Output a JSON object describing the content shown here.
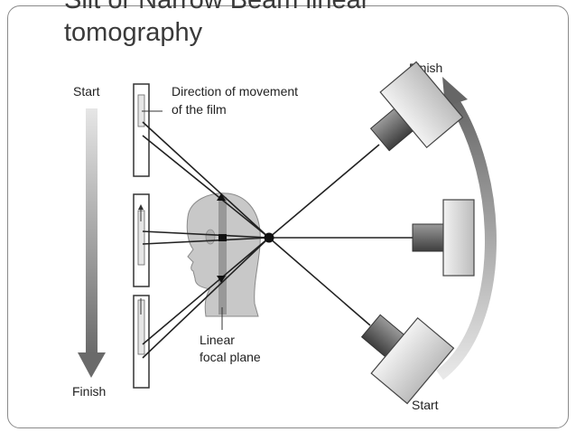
{
  "slide": {
    "title_line1": "Slit or Narrow Beam linear",
    "title_line2": "tomography"
  },
  "diagram": {
    "label_start_left": "Start",
    "label_finish_left": "Finish",
    "label_direction_line1": "Direction of movement",
    "label_direction_line2": "of the film",
    "label_plane_line1": "Linear",
    "label_plane_line2": "focal plane",
    "label_finish_right": "Finish",
    "label_start_right": "Start"
  },
  "colors": {
    "arrow_gray": "#707070",
    "tube_dark": "#5a5a5a",
    "tube_light": "#d8d8d8"
  }
}
